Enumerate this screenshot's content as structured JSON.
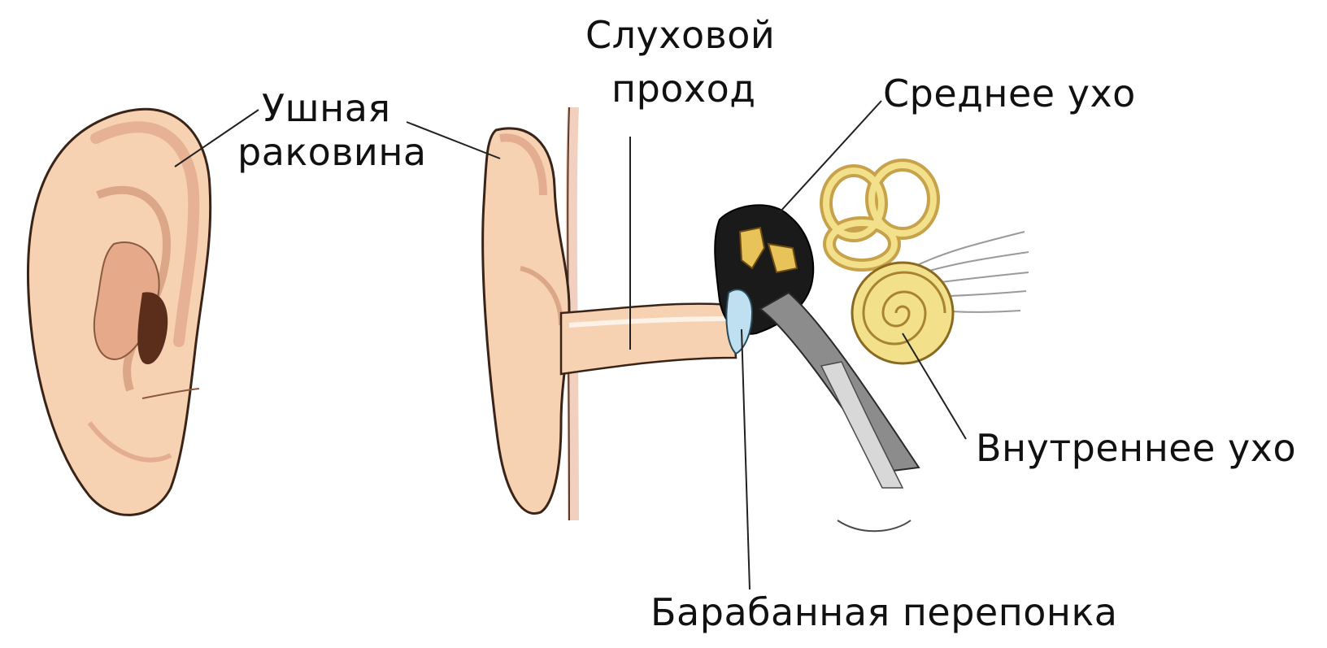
{
  "labels": {
    "pinna": {
      "line1": "Ушная",
      "line2": "раковина"
    },
    "ear_canal": {
      "line1": "Слуховой",
      "line2": "проход"
    },
    "middle_ear": "Среднее ухо",
    "inner_ear": "Внутреннее ухо",
    "eardrum": "Барабанная перепонка"
  },
  "colors": {
    "skin": "#f6d2b3",
    "skin_shadow": "#e6a98a",
    "skin_deep": "#c98a6a",
    "canal_dark": "#5a2e1a",
    "middle_ear_cavity": "#1a1a1a",
    "ossicles": "#e8c35a",
    "eustachian_tube": "#8c8c8c",
    "eardrum": "#bfe0f0",
    "cochlea": "#f2e08a",
    "nerve": "#9a9a9a",
    "leader_line": "#222222"
  }
}
